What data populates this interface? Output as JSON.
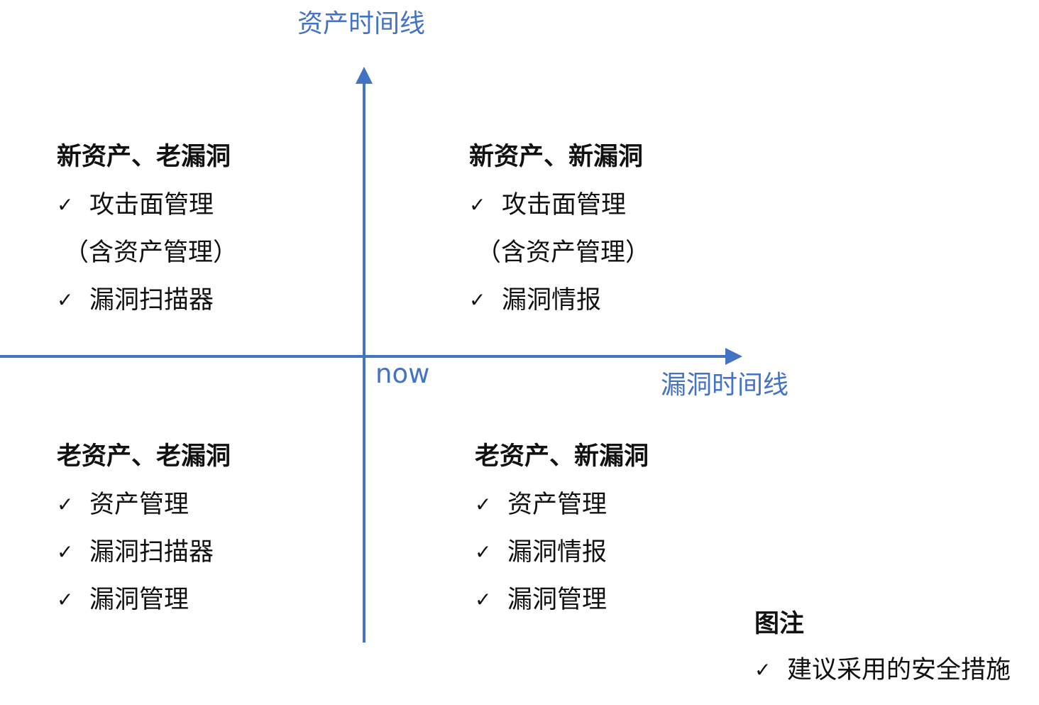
{
  "axes": {
    "vertical_label": "资产时间线",
    "horizontal_label": "漏洞时间线",
    "origin_label": "now",
    "color": "#4472C4"
  },
  "quadrants": [
    {
      "id": "top-left",
      "title": "新资产、老漏洞",
      "items": [
        {
          "check": "✓",
          "text": "攻击面管理"
        },
        {
          "check": "",
          "text": "（含资产管理）"
        },
        {
          "check": "✓",
          "text": "漏洞扫描器"
        }
      ]
    },
    {
      "id": "top-right",
      "title": "新资产、新漏洞",
      "items": [
        {
          "check": "✓",
          "text": "攻击面管理"
        },
        {
          "check": "",
          "text": "（含资产管理）"
        },
        {
          "check": "✓",
          "text": "漏洞情报"
        }
      ]
    },
    {
      "id": "bottom-left",
      "title": "老资产、老漏洞",
      "items": [
        {
          "check": "✓",
          "text": "资产管理"
        },
        {
          "check": "✓",
          "text": "漏洞扫描器"
        },
        {
          "check": "✓",
          "text": "漏洞管理"
        }
      ]
    },
    {
      "id": "bottom-right",
      "title": "老资产、新漏洞",
      "items": [
        {
          "check": "✓",
          "text": "资产管理"
        },
        {
          "check": "✓",
          "text": "漏洞情报"
        },
        {
          "check": "✓",
          "text": "漏洞管理"
        }
      ]
    }
  ],
  "legend": {
    "title": "图注",
    "check": "✓",
    "text": "建议采用的安全措施"
  }
}
